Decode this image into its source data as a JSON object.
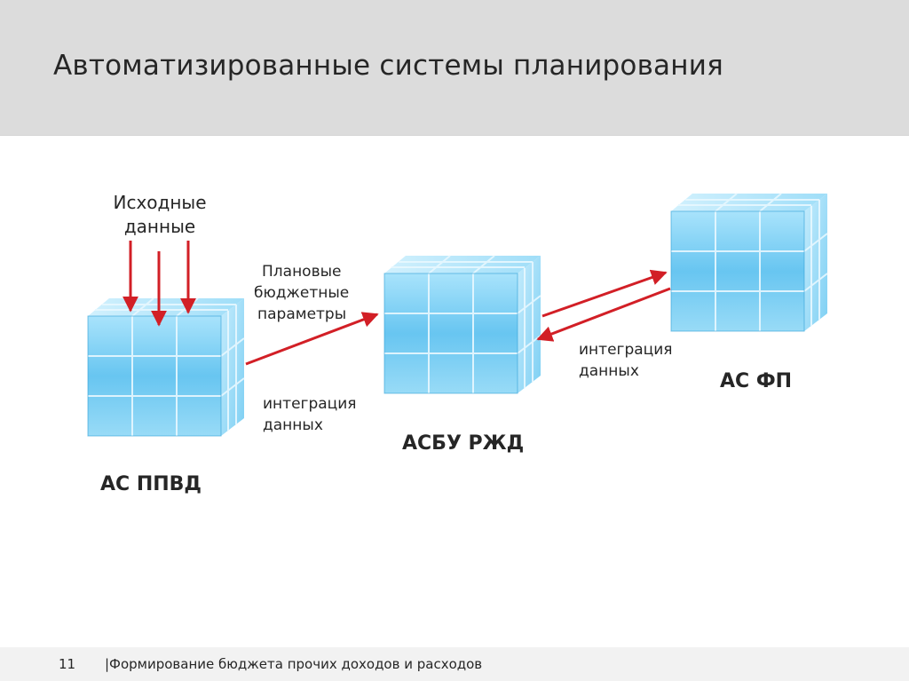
{
  "slide": {
    "title": "Автоматизированные системы планирования"
  },
  "diagram": {
    "source_label": "Исходные данные",
    "source_label_line1": "Исходные",
    "source_label_line2": "данные",
    "planned_params_line1": "Плановые",
    "planned_params_line2": "бюджетные",
    "planned_params_line3": "параметры",
    "integration_left_line1": "интеграция",
    "integration_left_line2": "данных",
    "integration_right_line1": "интеграция",
    "integration_right_line2": "данных",
    "node_left": "АС ППВД",
    "node_middle": "АСБУ РЖД",
    "node_right": "АС ФП",
    "colors": {
      "arrow": "#d21f26",
      "cube_face": "#5ec3ef",
      "cube_edge": "#2e9fd6"
    }
  },
  "footer": {
    "page_number": "11",
    "text": "|Формирование бюджета прочих доходов и расходов"
  }
}
